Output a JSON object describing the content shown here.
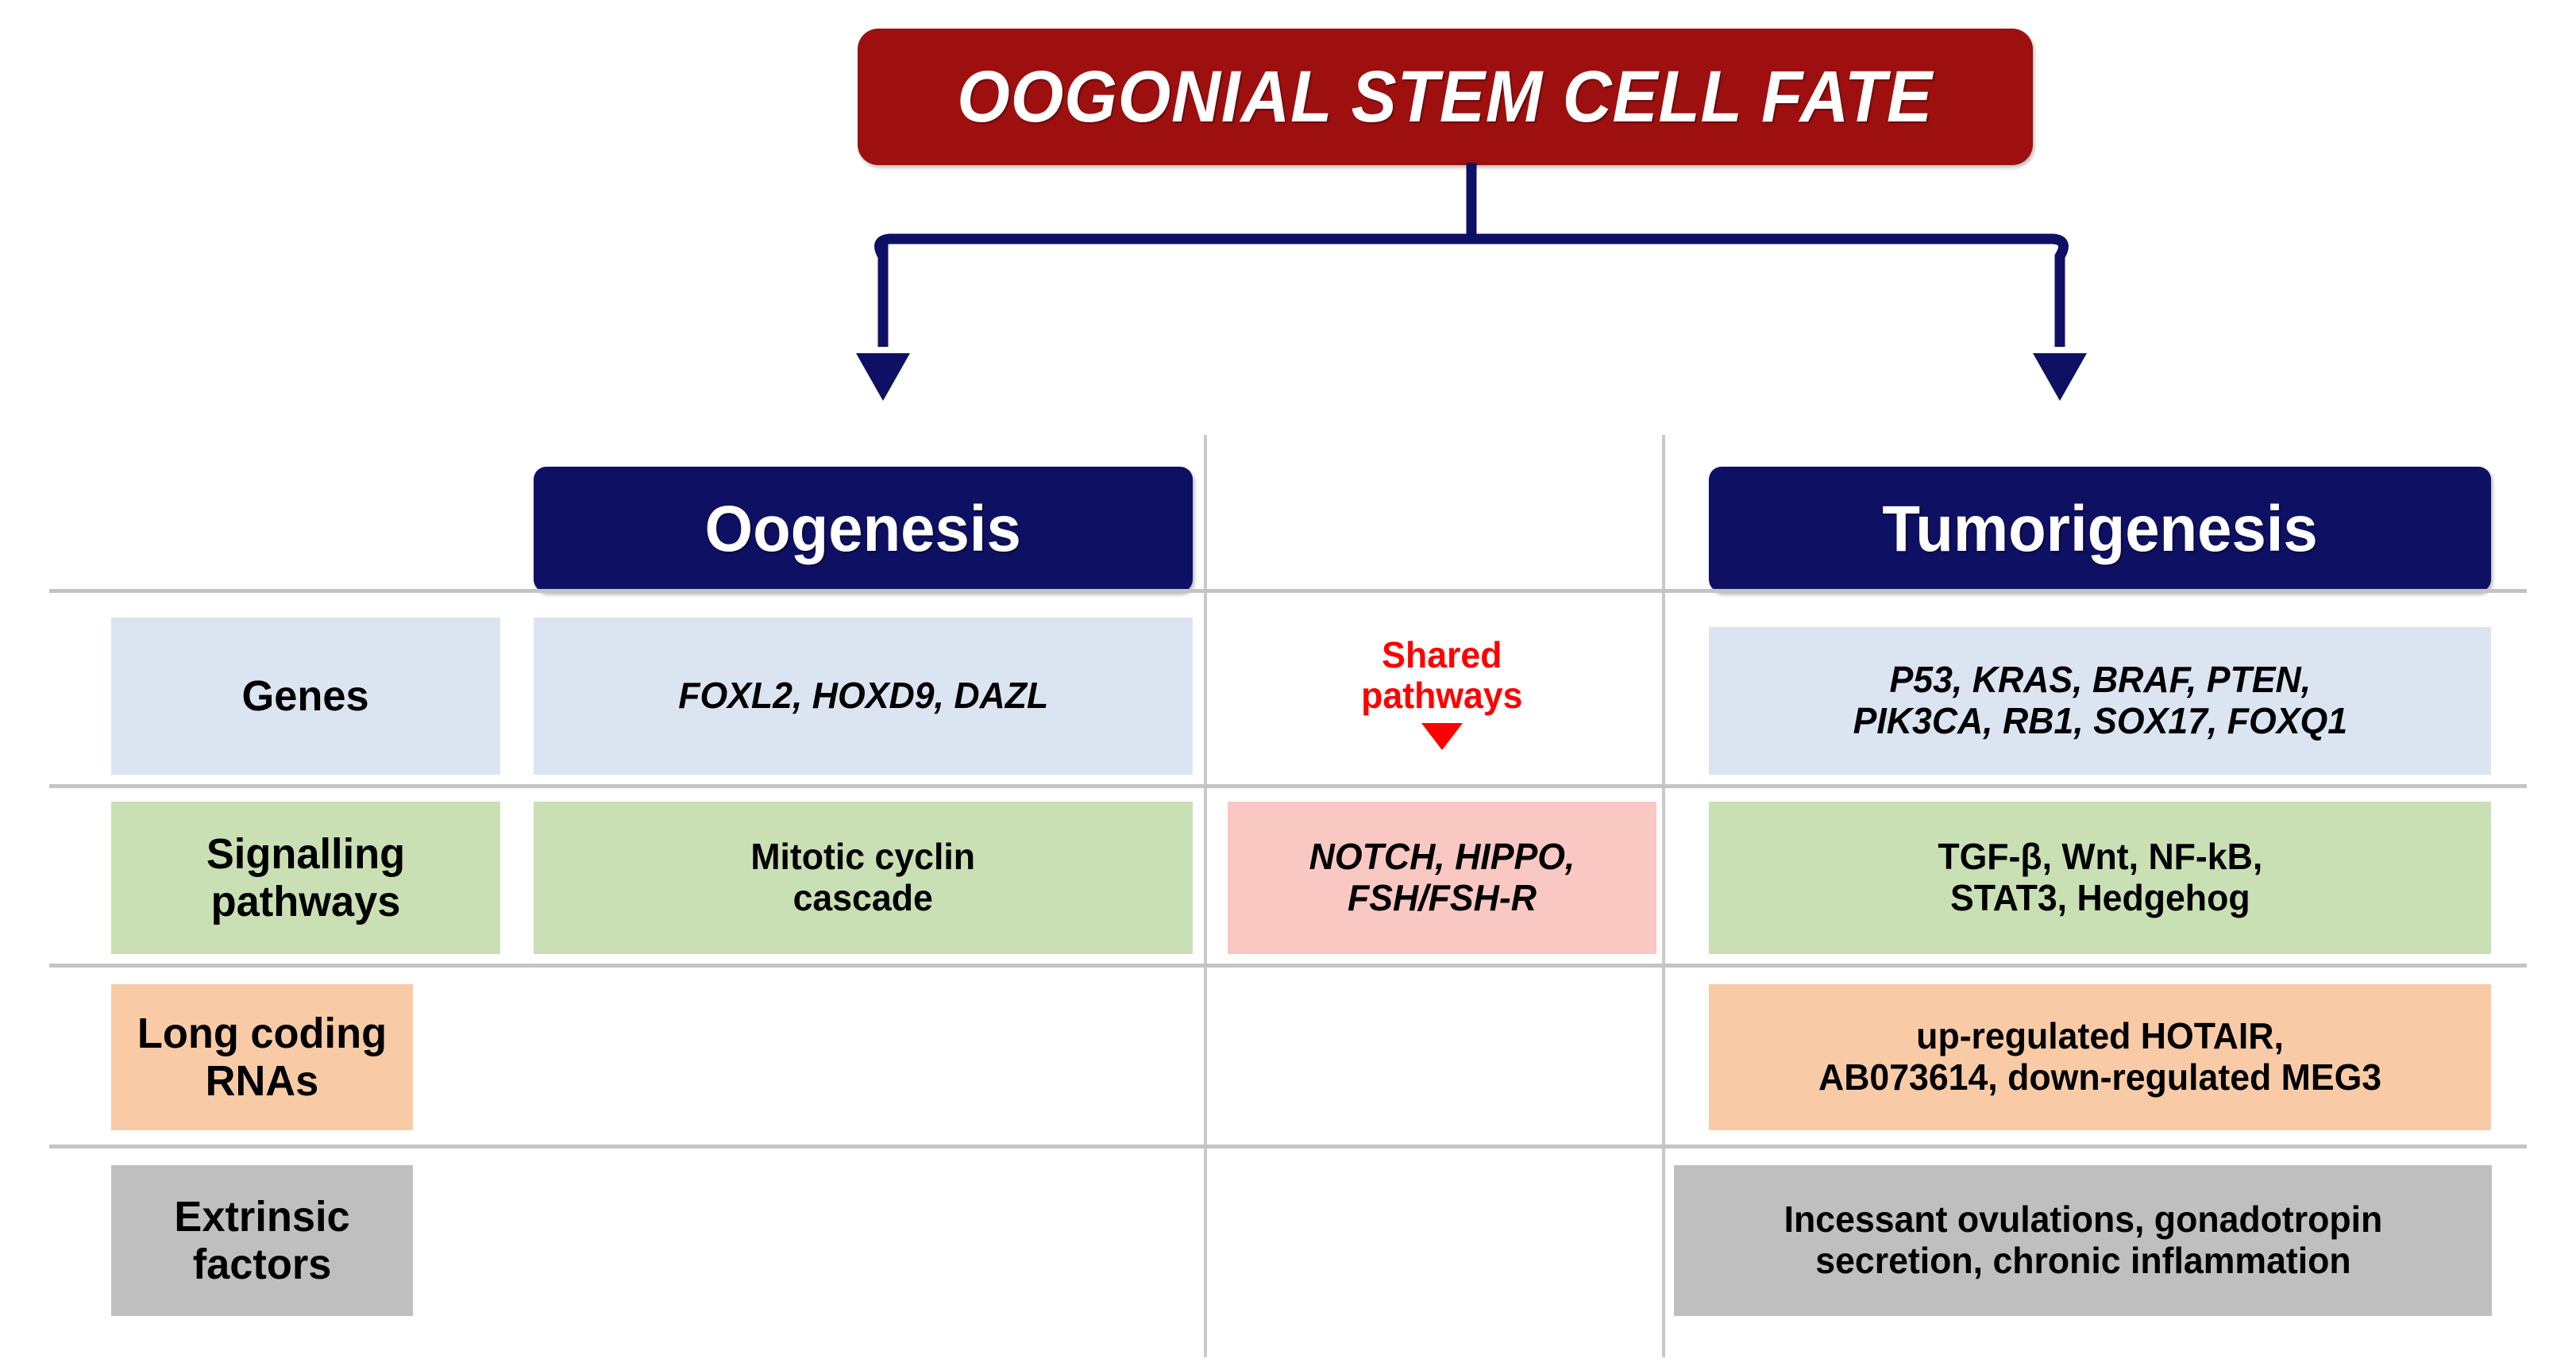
{
  "title": {
    "text": "OOGONIAL STEM CELL FATE",
    "bg_color": "#9e1010",
    "text_color": "#ffffff"
  },
  "columns": {
    "left": {
      "label": "Oogenesis",
      "bg_color": "#0e1163"
    },
    "right": {
      "label": "Tumorigenesis",
      "bg_color": "#0e1163"
    }
  },
  "shared": {
    "note_line1": "Shared",
    "note_line2": "pathways",
    "note_color": "#ff0000",
    "arrow_icon": "down-triangle-icon",
    "pathways": "NOTCH, HIPPO, FSH/FSH-R",
    "pathways_bg": "#fac8c3"
  },
  "rows": [
    {
      "label": "Genes",
      "bg_color": "#dbe5f1",
      "oogenesis": "FOXL2, HOXD9, DAZL",
      "tumorigenesis_line1": "P53, KRAS, BRAF, PTEN,",
      "tumorigenesis_line2": "PIK3CA, RB1, SOX17, FOXQ1"
    },
    {
      "label_line1": "Signalling",
      "label_line2": "pathways",
      "bg_color": "#c9e0b4",
      "oogenesis_line1": "Mitotic cyclin",
      "oogenesis_line2": "cascade",
      "tumorigenesis_line1": "TGF-β, Wnt, NF-kB,",
      "tumorigenesis_line2": "STAT3, Hedgehog"
    },
    {
      "label_line1": "Long coding",
      "label_line2": "RNAs",
      "bg_color": "#f8cba6",
      "oogenesis": "",
      "tumorigenesis_line1": "up-regulated HOTAIR,",
      "tumorigenesis_line2": "AB073614, down-regulated MEG3"
    },
    {
      "label_line1": "Extrinsic",
      "label_line2": "factors",
      "bg_color": "#bfbfbf",
      "oogenesis": "",
      "tumorigenesis_line1": "Incessant ovulations, gonadotropin",
      "tumorigenesis_line2": "secretion, chronic inflammation"
    }
  ],
  "connector": {
    "icon": "split-arrow-connector",
    "color": "#0e1163",
    "branches": 2
  }
}
